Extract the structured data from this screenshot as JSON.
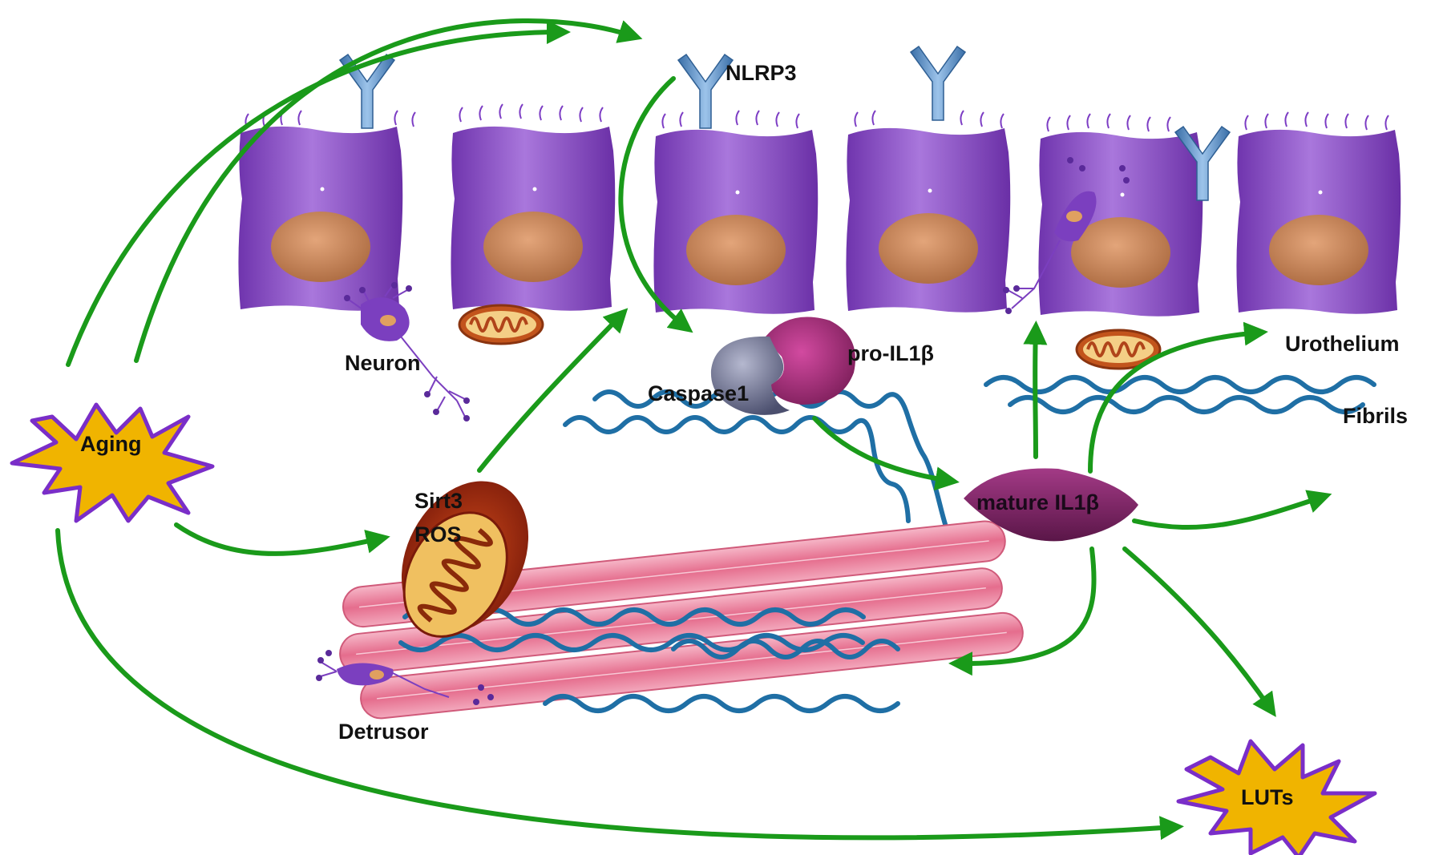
{
  "labels": {
    "nlrp3": "NLRP3",
    "neuron": "Neuron",
    "caspase1": "Caspase1",
    "pro_il1b": "pro-IL1β",
    "urothelium": "Urothelium",
    "fibrils": "Fibrils",
    "aging": "Aging",
    "sirt3": "Sirt3",
    "ros": "ROS",
    "mature_il1b": "mature IL1β",
    "detrusor": "Detrusor",
    "luts": "LUTs"
  },
  "colors": {
    "arrow": "#1a9a1a",
    "cell": "#8e4fc9",
    "nucleus": "#c98a5e",
    "receptor": "#5b8fc4",
    "fibril": "#1f6fa5",
    "muscle": "#e26a8a",
    "star_fill": "#f0b400",
    "star_stroke": "#7a2ec8",
    "caspase": "#6a6f8e",
    "pro_il1b": "#a0306e",
    "mature_il1b": "#7e2466",
    "mito_outer": "#b8491a",
    "mito_inner": "#f2c77a"
  }
}
